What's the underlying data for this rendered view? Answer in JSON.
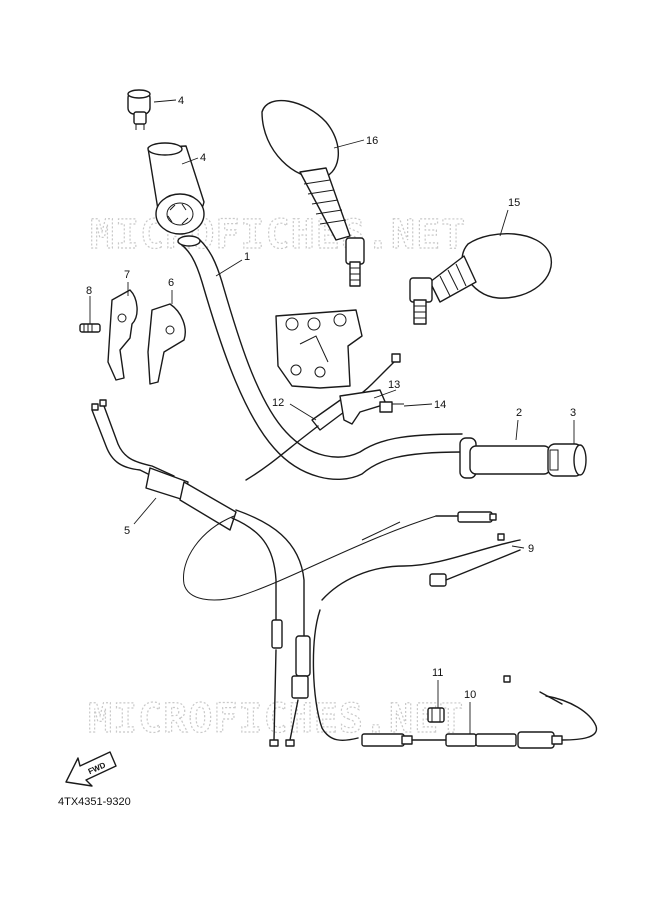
{
  "watermark_text": "MICROFICHES.NET",
  "diagram_code": "4TX4351-9320",
  "fwd_label": "FWD",
  "callouts": [
    "1",
    "2",
    "3",
    "4",
    "4",
    "5",
    "6",
    "7",
    "8",
    "9",
    "10",
    "11",
    "12",
    "13",
    "14",
    "15",
    "16"
  ]
}
